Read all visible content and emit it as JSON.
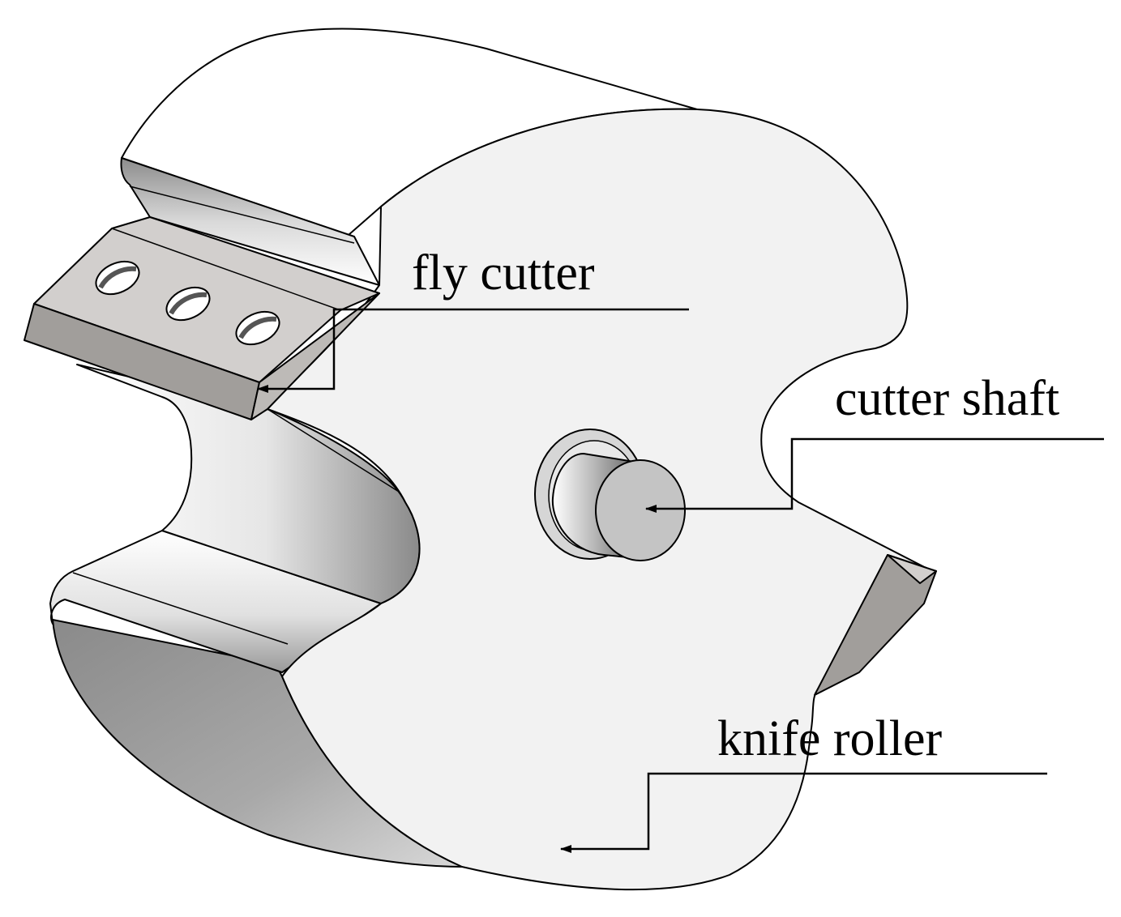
{
  "labels": {
    "fly_cutter": "fly cutter",
    "cutter_shaft": "cutter shaft",
    "knife_roller": "knife roller"
  },
  "colors": {
    "outline": "#000000",
    "face": "#f2f2f2",
    "blade_top": "#d2cfcd",
    "blade_front": "#a19e9b",
    "shaft_end": "#c4c4c4",
    "shaft_side_dark": "#5f5f5f"
  }
}
